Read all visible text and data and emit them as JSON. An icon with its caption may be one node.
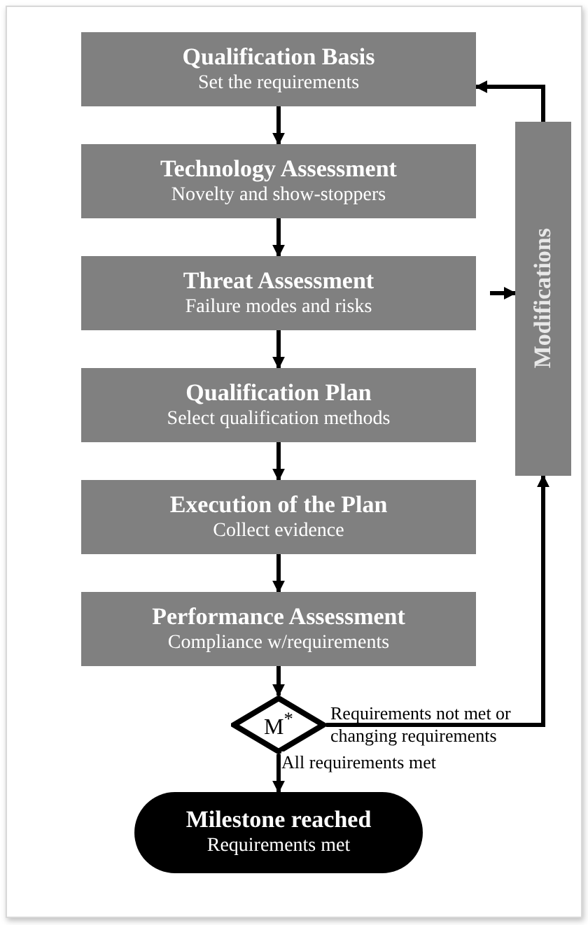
{
  "diagram": {
    "nodes": [
      {
        "text": [
          "Qualification Basis",
          "Set the requirements"
        ]
      },
      {
        "text": [
          "Technology Assessment",
          "Novelty and show-stoppers"
        ]
      },
      {
        "text": [
          "Threat Assessment",
          "Failure modes and risks"
        ]
      },
      {
        "text": [
          "Qualification Plan",
          "Select qualification methods"
        ]
      },
      {
        "text": [
          "Execution of the Plan",
          "Collect evidence"
        ]
      },
      {
        "text": [
          "Performance Assessment",
          "Compliance w/requirements"
        ]
      },
      {
        "text": [
          "Modifications"
        ]
      },
      {
        "text": [
          "M$^{*}$"
        ]
      },
      {
        "text": [
          "Milestone reached",
          "Requirements met"
        ]
      }
    ],
    "edges": [
      {
        "from": 0,
        "to": 1,
        "arrow": "to"
      },
      {
        "from": 1,
        "to": 2,
        "arrow": "to"
      },
      {
        "from": 2,
        "to": 3,
        "arrow": "to"
      },
      {
        "from": 3,
        "to": 4,
        "arrow": "to"
      },
      {
        "from": 4,
        "to": 5,
        "arrow": "to"
      },
      {
        "from": 5,
        "to": 7,
        "arrow": "to"
      },
      {
        "from": 7,
        "to": 8,
        "arrow": "to",
        "label": "All requirements met"
      },
      {
        "from": 7,
        "to": 6,
        "arrow": "to",
        "label": "Requirements not met or changing requirements"
      },
      {
        "from": 2,
        "to": 6,
        "arrow": "to"
      },
      {
        "from": 6,
        "to": 0,
        "arrow": "to"
      }
    ]
  }
}
